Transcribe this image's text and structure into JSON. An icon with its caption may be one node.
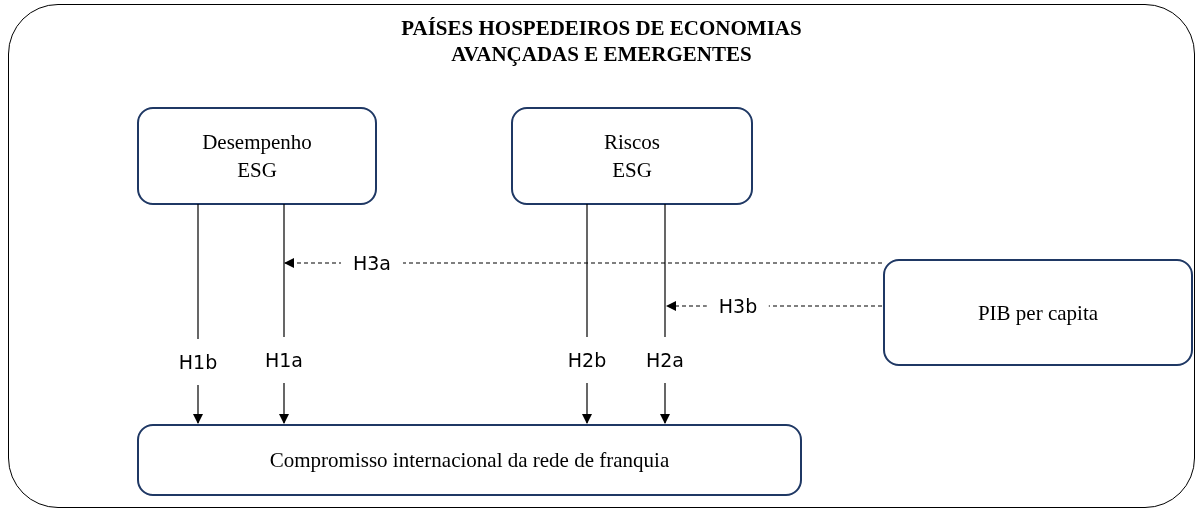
{
  "diagram": {
    "nodes": [
      {
        "text": [
          "PAÍSES HOSPEDEIROS DE ECONOMIAS AVANÇADAS E EMERGENTES"
        ]
      },
      {
        "text": [
          "Desempenho ESG"
        ],
        "in": 0
      },
      {
        "text": [
          "Riscos ESG"
        ],
        "in": 0
      },
      {
        "text": [
          "PIB per capita"
        ],
        "in": 0
      },
      {
        "text": [
          "Compromisso internacional da rede de franquia"
        ],
        "in": 0
      }
    ],
    "edges": [
      {
        "from": 1,
        "to": 4,
        "arrow": "to",
        "label": "H1b"
      },
      {
        "from": 1,
        "to": 4,
        "arrow": "to",
        "label": "H1a"
      },
      {
        "from": 2,
        "to": 4,
        "arrow": "to",
        "label": "H2b"
      },
      {
        "from": 2,
        "to": 4,
        "arrow": "to",
        "label": "H2a"
      },
      {
        "from": 3,
        "to": null,
        "arrow": "to",
        "label": "H3a",
        "style": "dashed"
      },
      {
        "from": 3,
        "to": null,
        "arrow": "to",
        "label": "H3b",
        "style": "dashed"
      }
    ]
  }
}
